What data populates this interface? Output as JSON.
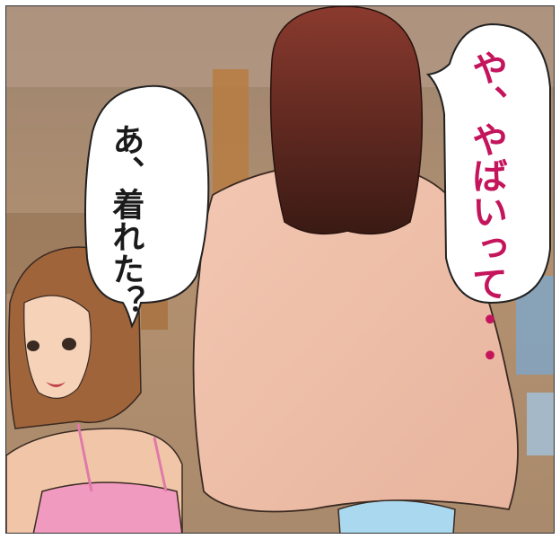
{
  "speech_bubbles": {
    "right": {
      "lines": [
        "や、",
        "やばいって・・"
      ],
      "color": "#c4155c"
    },
    "left": {
      "lines": [
        "あ、",
        "着れた？"
      ],
      "color": "#1a1a1a"
    }
  }
}
